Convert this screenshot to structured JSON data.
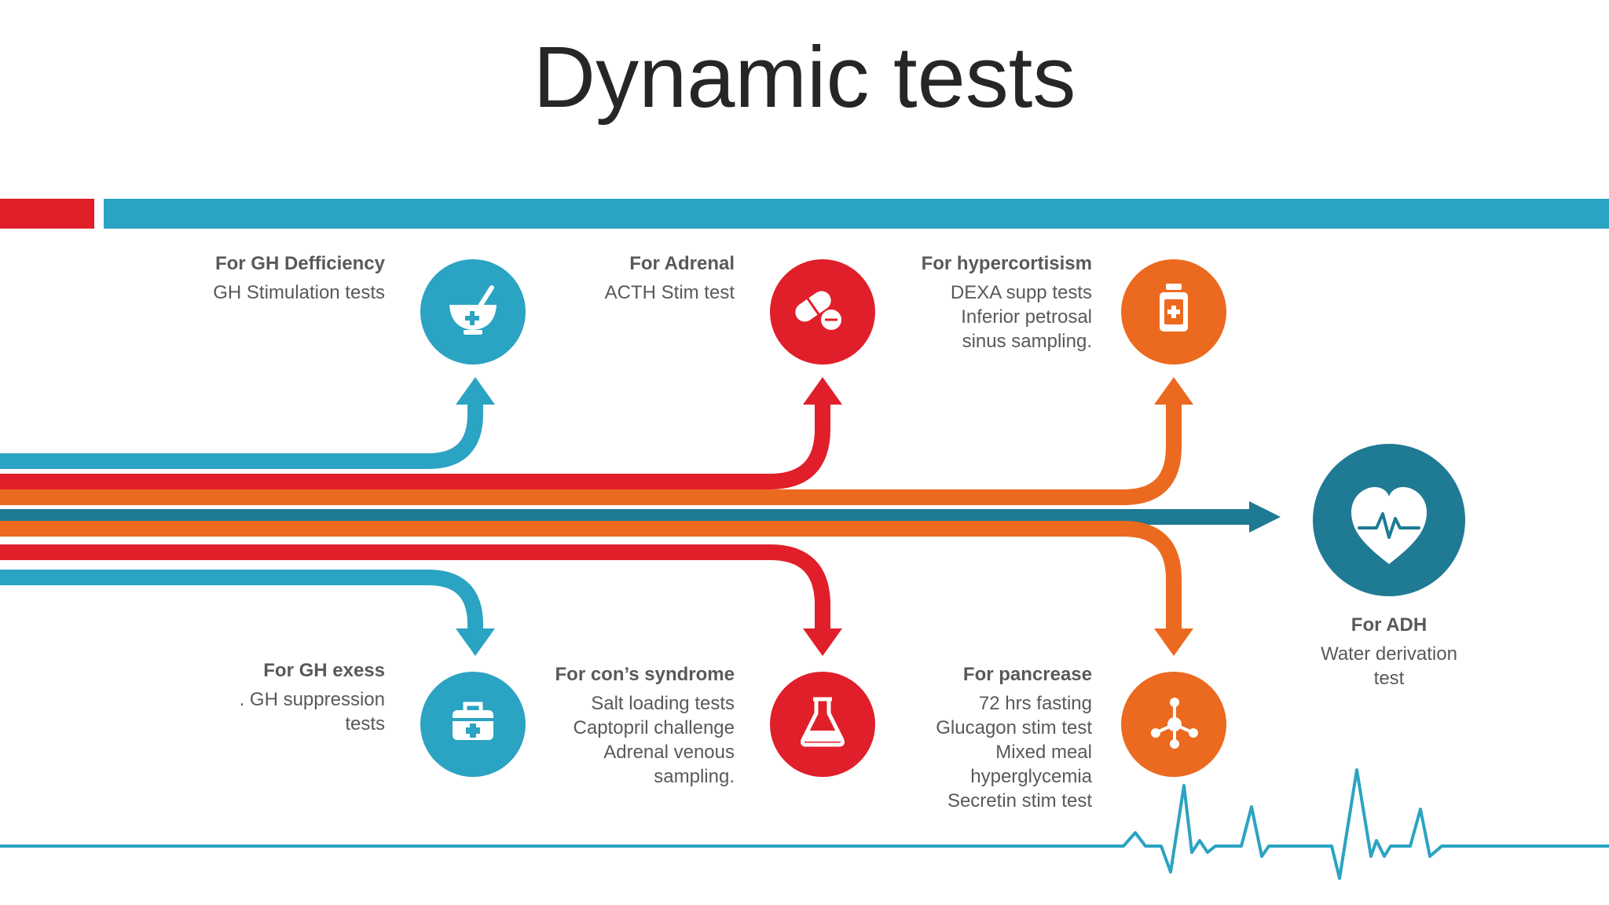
{
  "title": "Dynamic tests",
  "colors": {
    "red": "#e01f2a",
    "blue": "#2ba3c2",
    "teal": "#1f7a93",
    "orange": "#eb6a1f",
    "text": "#595959"
  },
  "icons": {
    "gh_deficiency": "mortar-pestle-icon",
    "adrenal": "pills-icon",
    "hypercortisism": "medicine-bottle-icon",
    "adh": "heart-pulse-icon",
    "gh_excess": "first-aid-kit-icon",
    "cons_syndrome": "flask-icon",
    "pancreas": "molecule-icon"
  },
  "nodes": {
    "gh_deficiency": {
      "heading": "For GH Defficiency",
      "body": "GH Stimulation tests"
    },
    "adrenal": {
      "heading": "For Adrenal",
      "body": "ACTH Stim test"
    },
    "hypercortisism": {
      "heading": "For hypercortisism",
      "body": "DEXA supp tests\nInferior petrosal\nsinus sampling."
    },
    "gh_excess": {
      "heading": "For GH exess",
      "body": ". GH suppression\ntests"
    },
    "cons_syndrome": {
      "heading": "For con’s syndrome",
      "body": "Salt loading tests\nCaptopril challenge\nAdrenal venous\nsampling."
    },
    "pancreas": {
      "heading": "For pancrease",
      "body": "72 hrs fasting\nGlucagon stim test\nMixed meal\nhyperglycemia\nSecretin stim test"
    },
    "adh": {
      "heading": "For ADH",
      "body": "Water derivation\ntest"
    }
  }
}
